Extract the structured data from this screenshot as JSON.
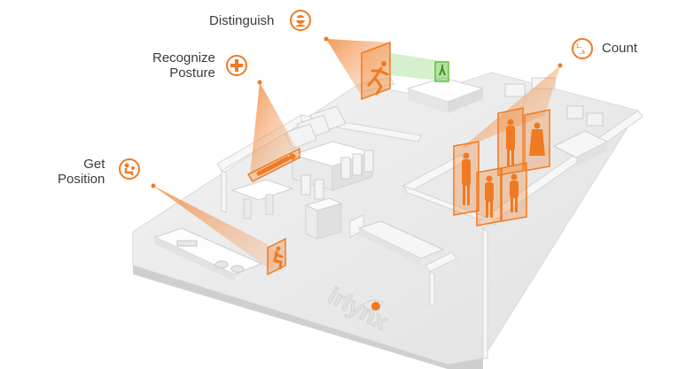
{
  "callouts": {
    "distinguish": {
      "label": "Distinguish",
      "icon": "face-mask-icon"
    },
    "recognize_posture": {
      "line1": "Recognize",
      "line2": "Posture",
      "icon": "medical-cross-icon"
    },
    "get_position": {
      "line1": "Get",
      "line2": "Position",
      "icon": "person-position-icon"
    },
    "count": {
      "label": "Count",
      "icon": "count-icon",
      "icon_text_top": "1..",
      "icon_text_bottom": "..5"
    }
  },
  "logo": {
    "text": "irlynx",
    "icon": "eye-logo-icon"
  },
  "colors": {
    "accent": "#f07a22",
    "beam": "#f6b98d",
    "highlight_green": "#5cc23c",
    "floor": "#ececec",
    "wall": "#f7f7f7",
    "wall_shadow": "#d6d6d6",
    "text": "#3a3a3a"
  }
}
